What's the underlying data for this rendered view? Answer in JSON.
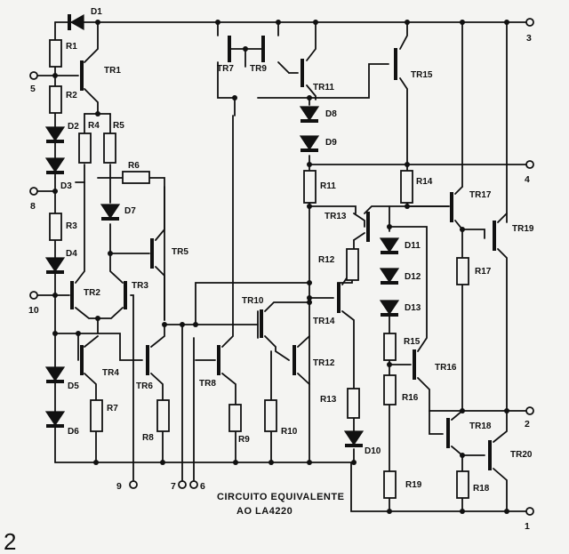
{
  "figure_number": "2",
  "caption": {
    "line1": "CIRCUITO EQUIVALENTE",
    "line2": "AO LA4220"
  },
  "pins": [
    "1",
    "2",
    "3",
    "4",
    "5",
    "6",
    "7",
    "8",
    "9",
    "10"
  ],
  "components": {
    "resistors": [
      "R1",
      "R2",
      "R3",
      "R4",
      "R5",
      "R6",
      "R7",
      "R8",
      "R9",
      "R10",
      "R11",
      "R12",
      "R13",
      "R14",
      "R15",
      "R16",
      "R17",
      "R18",
      "R19"
    ],
    "diodes": [
      "D1",
      "D2",
      "D3",
      "D4",
      "D5",
      "D6",
      "D7",
      "D8",
      "D9",
      "D10",
      "D11",
      "D12",
      "D13"
    ],
    "transistors": [
      "TR1",
      "TR2",
      "TR3",
      "TR4",
      "TR5",
      "TR6",
      "TR7",
      "TR8",
      "TR9",
      "TR10",
      "TR11",
      "TR12",
      "TR13",
      "TR14",
      "TR15",
      "TR16",
      "TR17",
      "TR18",
      "TR19",
      "TR20"
    ]
  }
}
